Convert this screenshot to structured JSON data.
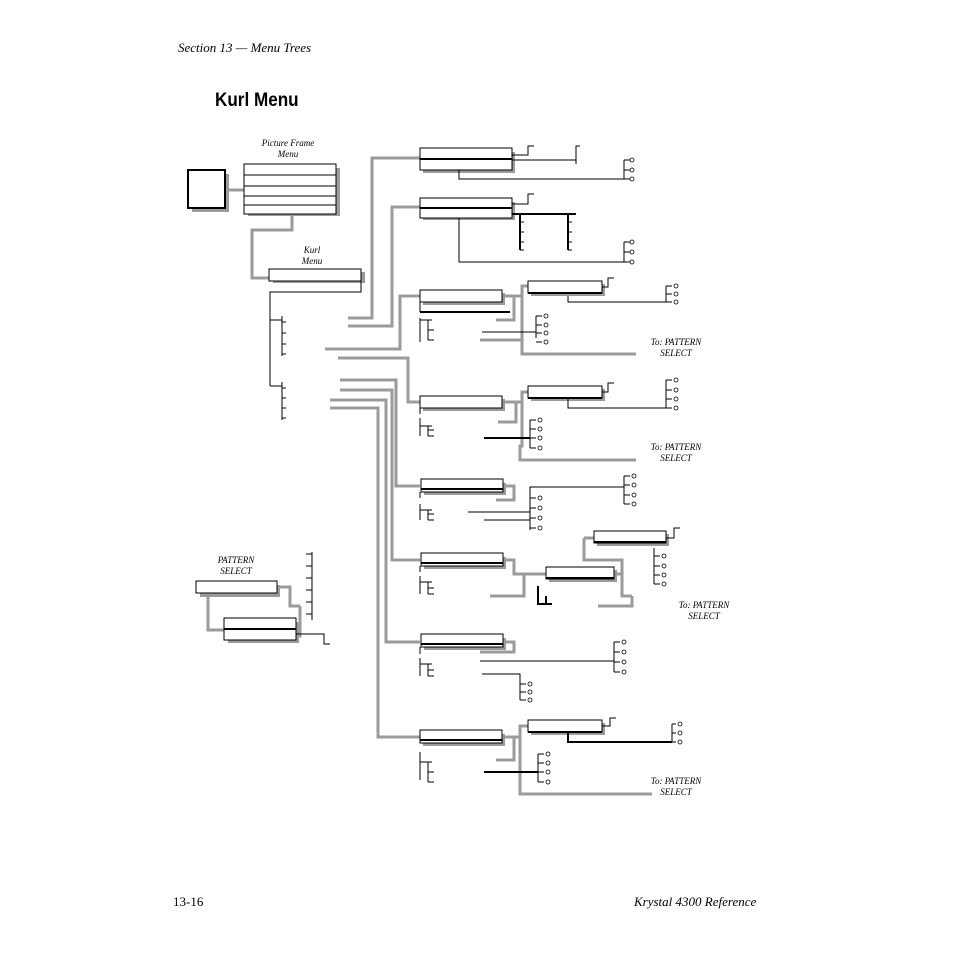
{
  "page": {
    "header": "Section 13 — Menu Trees",
    "title": "Kurl Menu",
    "footer_left": "13-16",
    "footer_right": "Krystal 4300 Reference"
  },
  "diagram": {
    "labels": {
      "picture_frame_menu": [
        "Picture Frame",
        "Menu"
      ],
      "kurl_menu": [
        "Kurl",
        "Menu"
      ],
      "pattern_select": [
        "PATTERN",
        "SELECT"
      ],
      "to_pattern_select": [
        "To: PATTERN",
        "SELECT"
      ]
    }
  }
}
